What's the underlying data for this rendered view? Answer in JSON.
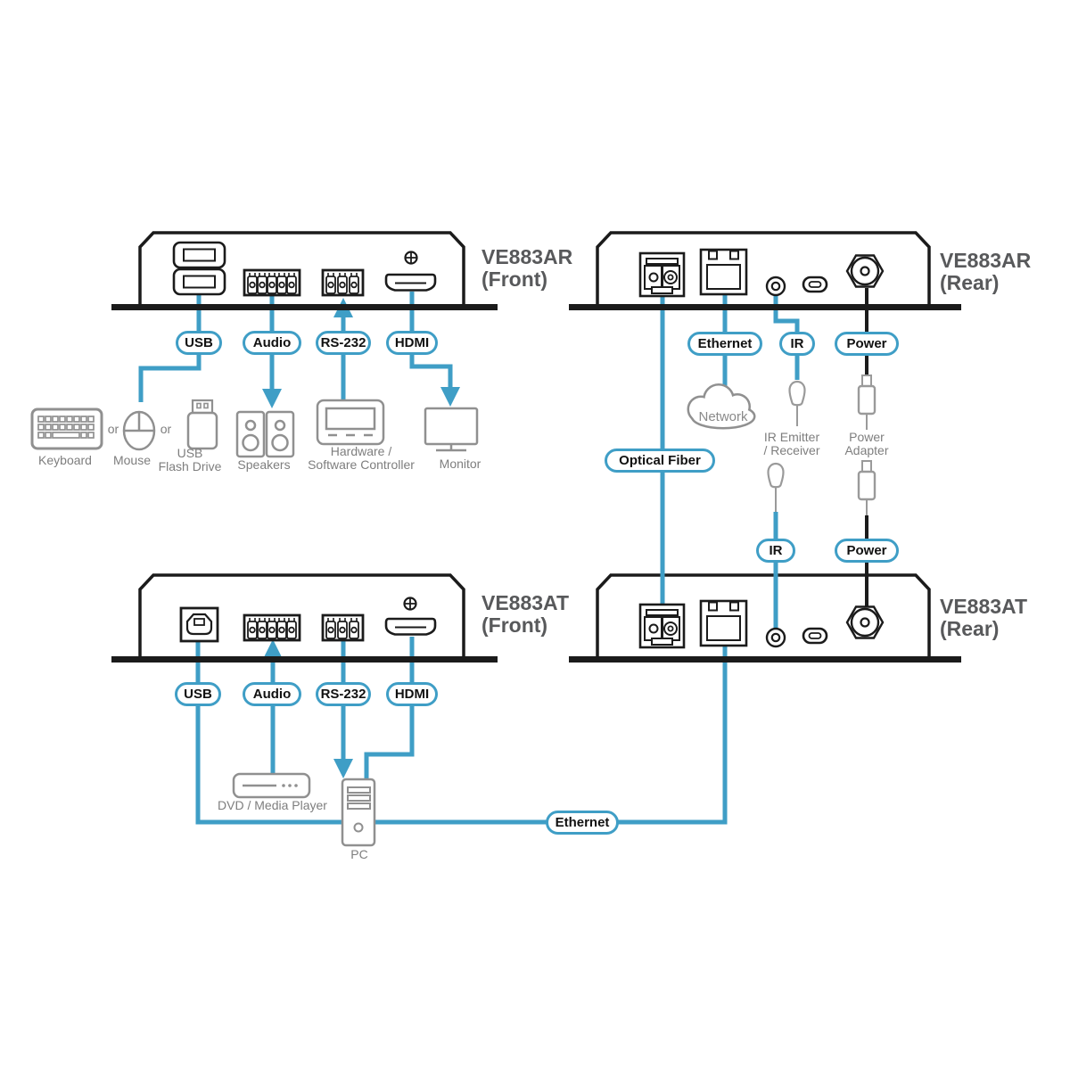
{
  "devices": {
    "ar_front": {
      "model": "VE883AR",
      "view": "(Front)"
    },
    "ar_rear": {
      "model": "VE883AR",
      "view": "(Rear)"
    },
    "at_front": {
      "model": "VE883AT",
      "view": "(Front)"
    },
    "at_rear": {
      "model": "VE883AT",
      "view": "(Rear)"
    }
  },
  "port_labels": {
    "usb": "USB",
    "audio": "Audio",
    "rs232": "RS-232",
    "hdmi": "HDMI",
    "ethernet": "Ethernet",
    "ir": "IR",
    "power": "Power",
    "optical_fiber": "Optical Fiber"
  },
  "peripherals": {
    "keyboard": "Keyboard",
    "or": "or",
    "mouse": "Mouse",
    "usb_flash_drive": [
      "USB",
      "Flash Drive"
    ],
    "speakers": "Speakers",
    "controller": [
      "Hardware /",
      "Software Controller"
    ],
    "monitor": "Monitor",
    "network": "Network",
    "ir_emitter_receiver": [
      "IR Emitter",
      "/ Receiver"
    ],
    "power_adapter": [
      "Power",
      "Adapter"
    ],
    "dvd_media_player": "DVD / Media Player",
    "pc": "PC"
  },
  "colors": {
    "accent_blue": "#3F9EC6",
    "outline_black": "#1B1B1B",
    "icon_gray": "#909090",
    "caption_gray": "#7E7E7E",
    "device_label_gray": "#58595B"
  }
}
